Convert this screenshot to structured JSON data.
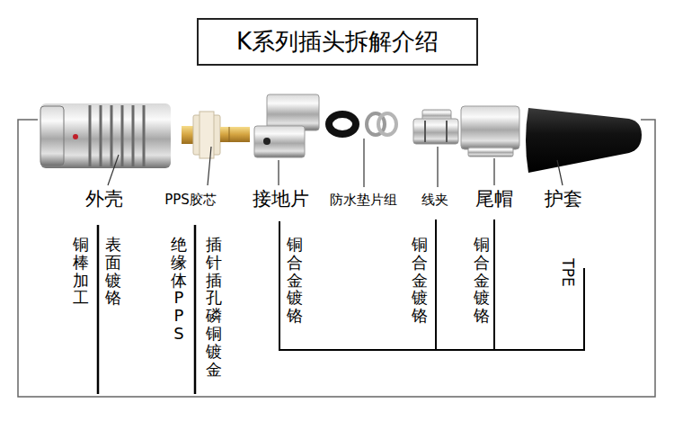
{
  "diagram": {
    "title": "K系列插头拆解介绍",
    "labels": [
      "外壳",
      "铜棒加工",
      "表面镀铬",
      "PPS胶芯",
      "绝缘体PPS",
      "插针插孔磷铜镀金",
      "接地片",
      "铜合金镀铬",
      "防水垫片组",
      "线夹",
      "铜合金镀铬",
      "尾帽",
      "铜合金镀铬",
      "护套",
      "TPE"
    ]
  }
}
